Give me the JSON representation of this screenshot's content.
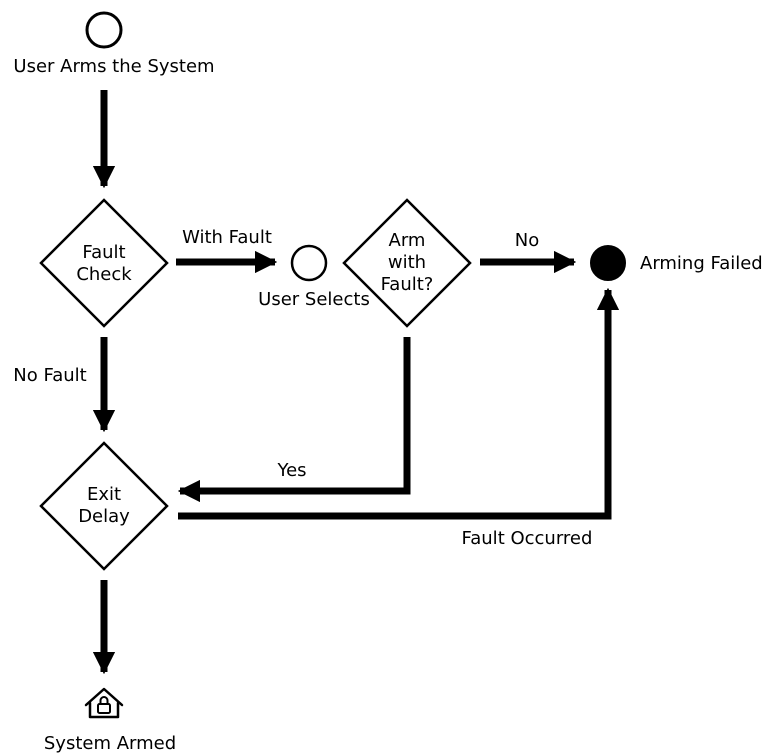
{
  "nodes": {
    "start": {
      "label": "User Arms the System"
    },
    "fault_check": {
      "line1": "Fault",
      "line2": "Check"
    },
    "user_selects": {
      "label": "User Selects"
    },
    "arm_with_fault": {
      "line1": "Arm",
      "line2": "with",
      "line3": "Fault?"
    },
    "arming_failed": {
      "label": "Arming Failed"
    },
    "exit_delay": {
      "line1": "Exit",
      "line2": "Delay"
    },
    "system_armed": {
      "label": "System Armed",
      "icon": "home-lock-icon"
    }
  },
  "edges": {
    "with_fault": "With Fault",
    "no": "No",
    "no_fault": "No Fault",
    "yes": "Yes",
    "fault_occurred": "Fault Occurred"
  },
  "colors": {
    "line": "#000000",
    "background": "#ffffff"
  }
}
